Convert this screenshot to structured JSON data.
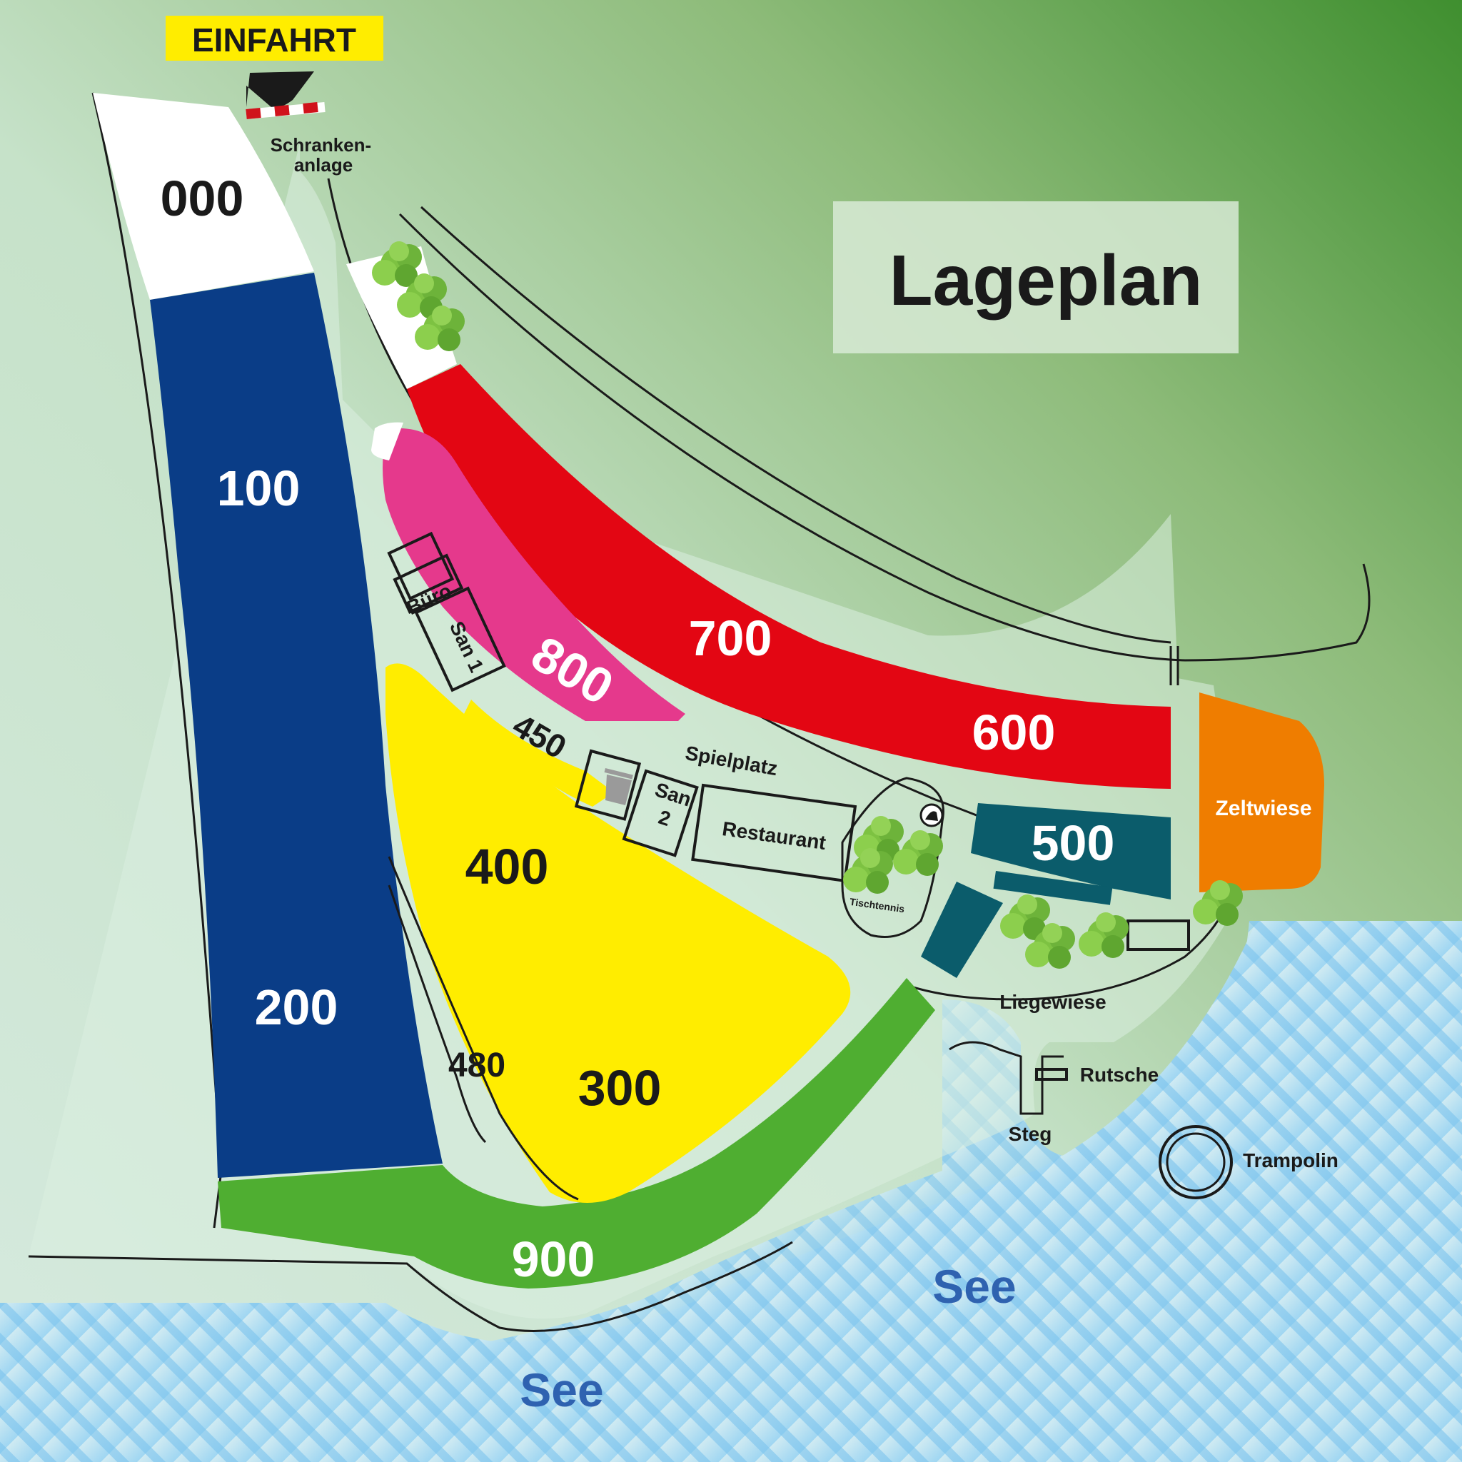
{
  "title": "Lageplan",
  "entrance": {
    "label": "EINFAHRT",
    "barrier": "Schranken-\nanlage"
  },
  "zones": {
    "z000": {
      "label": "000",
      "color": "#ffffff"
    },
    "z100": {
      "label": "100",
      "color": "#0a3d87"
    },
    "z200": {
      "label": "200"
    },
    "z300": {
      "label": "300",
      "color": "#ffed00"
    },
    "z400": {
      "label": "400"
    },
    "z450": {
      "label": "450"
    },
    "z480": {
      "label": "480"
    },
    "z500": {
      "label": "500",
      "color": "#0b5c6b"
    },
    "z600": {
      "label": "600",
      "color": "#e30613"
    },
    "z700": {
      "label": "700"
    },
    "z800": {
      "label": "800",
      "color": "#e5398c"
    },
    "z900": {
      "label": "900",
      "color": "#4fae31"
    },
    "zeltwiese": {
      "label": "Zeltwiese",
      "color": "#ef7d00"
    }
  },
  "facilities": {
    "buero": "Büro",
    "san1": "San 1",
    "san2_a": "San",
    "san2_b": "2",
    "restaurant": "Restaurant",
    "spielplatz": "Spielplatz",
    "tischtennis": "Tischtennis",
    "liegewiese": "Liegewiese",
    "rutsche": "Rutsche",
    "steg": "Steg",
    "trampolin": "Trampolin"
  },
  "icons": [
    "trash-bin-icon",
    "tree-icon",
    "water-tap-icon",
    "barrier-icon",
    "arrow-down-right-icon"
  ],
  "lake": {
    "label_1": "See",
    "label_2": "See",
    "color": "#a8d8f0"
  }
}
